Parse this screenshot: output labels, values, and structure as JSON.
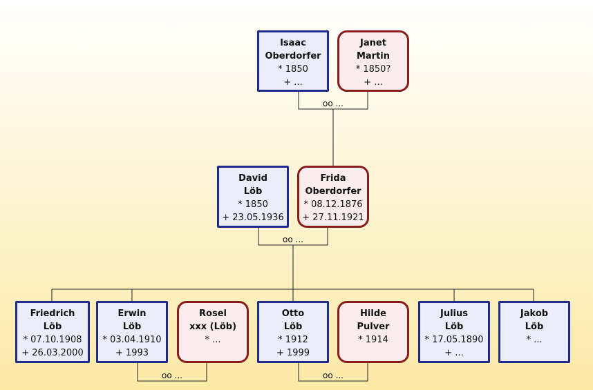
{
  "persons": [
    {
      "id": "isaac",
      "sex": "male",
      "first": "Isaac",
      "last": "Oberdorfer",
      "birth": "* 1850",
      "death": "+ ..."
    },
    {
      "id": "janet",
      "sex": "female",
      "first": "Janet",
      "last": "Martin",
      "birth": "* 1850?",
      "death": "+ ..."
    },
    {
      "id": "david",
      "sex": "male",
      "first": "David",
      "last": "Löb",
      "birth": "* 1850",
      "death": "+ 23.05.1936"
    },
    {
      "id": "frida",
      "sex": "female",
      "first": "Frida",
      "last": "Oberdorfer",
      "birth": "* 08.12.1876",
      "death": "+ 27.11.1921"
    },
    {
      "id": "friedrich",
      "sex": "male",
      "first": "Friedrich",
      "last": "Löb",
      "birth": "* 07.10.1908",
      "death": "+ 26.03.2000"
    },
    {
      "id": "erwin",
      "sex": "male",
      "first": "Erwin",
      "last": "Löb",
      "birth": "* 03.04.1910",
      "death": "+ 1993"
    },
    {
      "id": "rosel",
      "sex": "female",
      "first": "Rosel",
      "last": "xxx (Löb)",
      "birth": "* ...",
      "death": ""
    },
    {
      "id": "otto",
      "sex": "male",
      "first": "Otto",
      "last": "Löb",
      "birth": "* 1912",
      "death": "+ 1999"
    },
    {
      "id": "hilde",
      "sex": "female",
      "first": "Hilde",
      "last": "Pulver",
      "birth": "* 1914",
      "death": ""
    },
    {
      "id": "julius",
      "sex": "male",
      "first": "Julius",
      "last": "Löb",
      "birth": "* 17.05.1890",
      "death": "+ ..."
    },
    {
      "id": "jakob",
      "sex": "male",
      "first": "Jakob",
      "last": "Löb",
      "birth": "* ...",
      "death": ""
    }
  ],
  "marriages": [
    {
      "id": "m-isaac-janet",
      "label": "oo ..."
    },
    {
      "id": "m-david-frida",
      "label": "oo ..."
    },
    {
      "id": "m-erwin-rosel",
      "label": "oo ..."
    },
    {
      "id": "m-otto-hilde",
      "label": "oo ..."
    }
  ],
  "colors": {
    "male_border": "#1f2a8a",
    "female_border": "#8a1c1c",
    "male_fill": "#ecedfb",
    "female_fill": "#fbecee"
  }
}
